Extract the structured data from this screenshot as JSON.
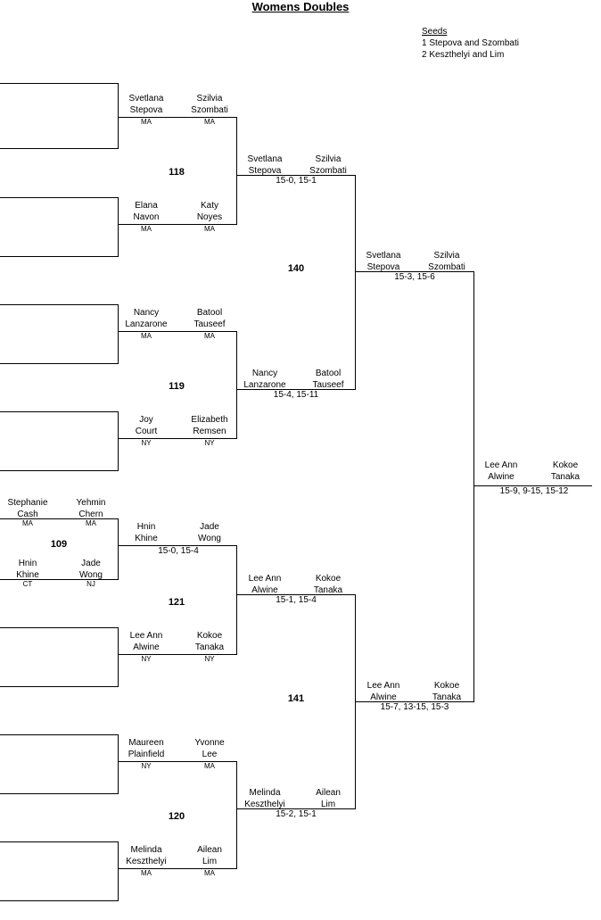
{
  "title": "Womens Doubles",
  "seeds": {
    "heading": "Seeds",
    "items": [
      "1   Stepova and Szombati",
      "2   Keszthelyi and Lim"
    ]
  },
  "r1": [
    {
      "a": "Svetlana\nStepova",
      "as": "MA",
      "b": "Szilvia\nSzombati",
      "bs": "MA"
    },
    {
      "a": "Elana\nNavon",
      "as": "MA",
      "b": "Katy\nNoyes",
      "bs": "MA"
    },
    {
      "a": "Nancy\nLanzarone",
      "as": "MA",
      "b": "Batool\nTauseef",
      "bs": "MA"
    },
    {
      "a": "Joy\nCourt",
      "as": "NY",
      "b": "Elizabeth\nRemsen",
      "bs": "NY"
    },
    {
      "a": "Hnin\nKhine",
      "as": "",
      "b": "Jade\nWong",
      "bs": "",
      "score": "15-0, 15-4"
    },
    {
      "a": "Lee Ann\nAlwine",
      "as": "NY",
      "b": "Kokoe\nTanaka",
      "bs": "NY"
    },
    {
      "a": "Maureen\nPlainfield",
      "as": "NY",
      "b": "Yvonne\nLee",
      "bs": "MA"
    },
    {
      "a": "Melinda\nKeszthelyi",
      "as": "MA",
      "b": "Ailean\nLim",
      "bs": "MA"
    }
  ],
  "prelim": {
    "match": "109",
    "top": {
      "a": "Stephanie\nCash",
      "as": "MA",
      "b": "Yehmin\nChern",
      "bs": "MA"
    },
    "bottom": {
      "a": "Hnin\nKhine",
      "as": "CT",
      "b": "Jade\nWong",
      "bs": "NJ"
    }
  },
  "r2": [
    {
      "match": "118",
      "a": "Svetlana\nStepova",
      "b": "Szilvia\nSzombati",
      "score": "15-0, 15-1"
    },
    {
      "match": "119",
      "a": "Nancy\nLanzarone",
      "b": "Batool\nTauseef",
      "score": "15-4, 15-11"
    },
    {
      "match": "121",
      "a": "Lee Ann\nAlwine",
      "b": "Kokoe\nTanaka",
      "score": "15-1, 15-4"
    },
    {
      "match": "120",
      "a": "Melinda\nKeszthelyi",
      "b": "Ailean\nLim",
      "score": "15-2, 15-1"
    }
  ],
  "r3": [
    {
      "match": "140",
      "a": "Svetlana\nStepova",
      "b": "Szilvia\nSzombati",
      "score": "15-3, 15-6"
    },
    {
      "match": "141",
      "a": "Lee Ann\nAlwine",
      "b": "Kokoe\nTanaka",
      "score": "15-7, 13-15, 15-3"
    }
  ],
  "final": {
    "a": "Lee Ann\nAlwine",
    "b": "Kokoe\nTanaka",
    "score": "15-9, 9-15, 15-12"
  }
}
